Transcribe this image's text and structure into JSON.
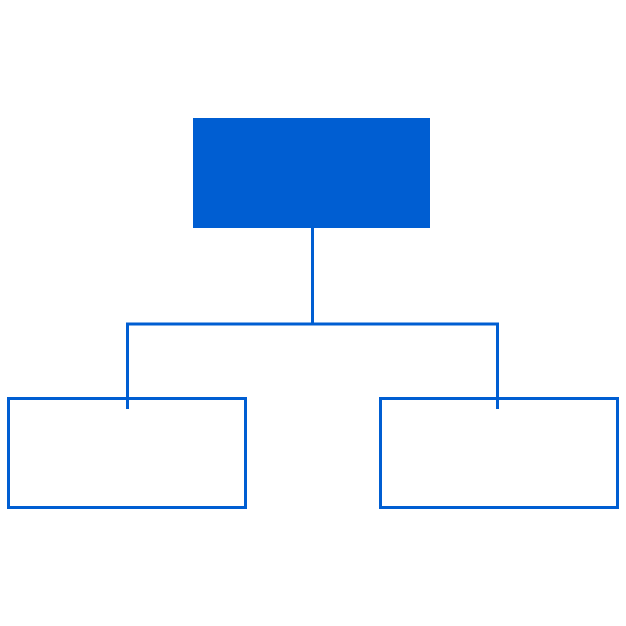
{
  "diagram": {
    "type": "hierarchy",
    "colors": {
      "root_fill": "#005ED2",
      "stroke": "#005ED2",
      "background": "#FFFFFF"
    },
    "nodes": [
      {
        "id": "root",
        "label": "",
        "filled": true
      },
      {
        "id": "child-left",
        "label": "",
        "filled": false,
        "parent": "root"
      },
      {
        "id": "child-right",
        "label": "",
        "filled": false,
        "parent": "root"
      }
    ]
  }
}
